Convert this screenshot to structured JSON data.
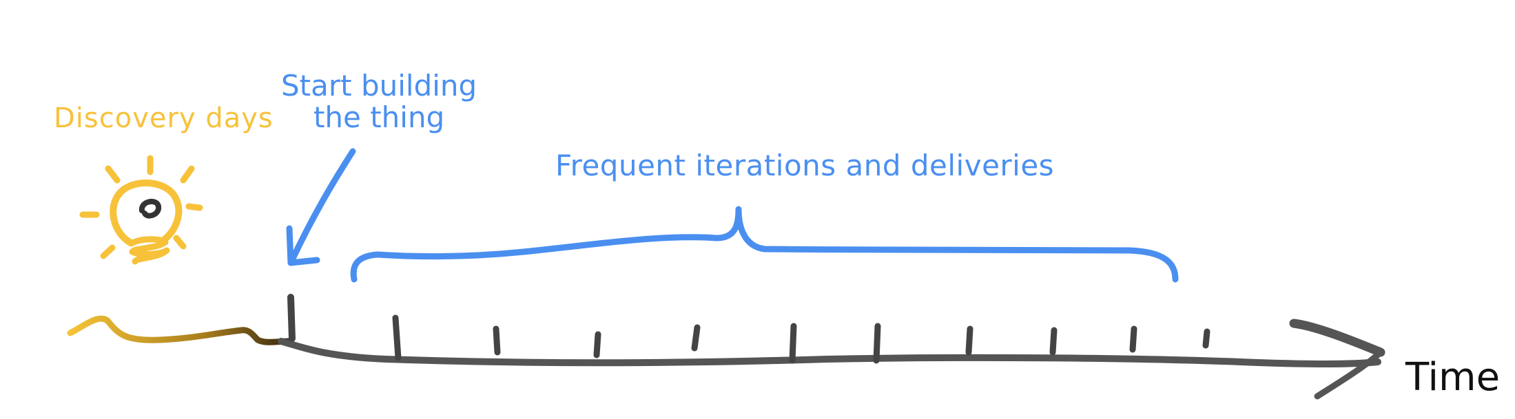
{
  "labels": {
    "discovery": "Discovery days",
    "start_line1": "Start building",
    "start_line2": "the thing",
    "frequent": "Frequent iterations and deliveries",
    "time": "Time"
  },
  "colors": {
    "discovery": "#f7c23a",
    "accent_blue": "#4a8ff0",
    "timeline": "#555555",
    "text_dark": "#111111"
  }
}
